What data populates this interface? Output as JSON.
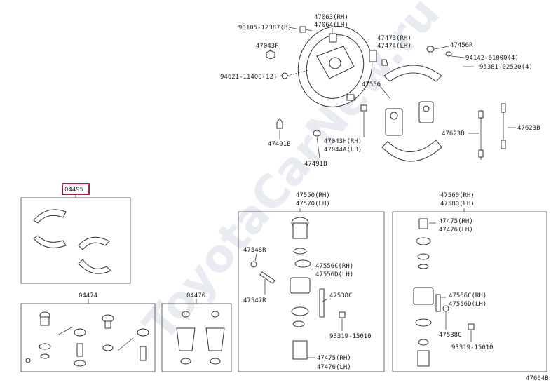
{
  "watermark": "ToyotaCarNew.ru",
  "diagram_id": "47604B",
  "highlighted_part": "04495",
  "labels": {
    "p90105": "90105-12387(8)",
    "p47063": "47063(RH)",
    "p47064": "47064(LH)",
    "p47043F": "47043F",
    "p94621": "94621-11400(12)",
    "p47491B_a": "47491B",
    "p47043H": "47043H(RH)",
    "p47044A": "47044A(LH)",
    "p47491B_b": "47491B",
    "p47473": "47473(RH)",
    "p47474": "47474(LH)",
    "p47456R": "47456R",
    "p94142": "94142-61000(4)",
    "p95381": "95381-02520(4)",
    "p47556": "47556",
    "p47623B_a": "47623B",
    "p47623B_b": "47623B",
    "p04495": "04495",
    "p04474": "04474",
    "p04476": "04476",
    "p47550": "47550(RH)",
    "p47570": "47570(LH)",
    "p47548R": "47548R",
    "p47556C_a": "47556C(RH)",
    "p47556D_a": "47556D(LH)",
    "p47547R": "47547R",
    "p47538C_a": "47538C",
    "p93319_a": "93319-15010",
    "p47475_a": "47475(RH)",
    "p47476_a": "47476(LH)",
    "p47560": "47560(RH)",
    "p47580": "47580(LH)",
    "p47475_b": "47475(RH)",
    "p47476_b": "47476(LH)",
    "p47556C_b": "47556C(RH)",
    "p47556D_b": "47556D(LH)",
    "p47538C_b": "47538C",
    "p93319_b": "93319-15010"
  },
  "colors": {
    "highlight": "#a0204a",
    "line": "#333333"
  }
}
